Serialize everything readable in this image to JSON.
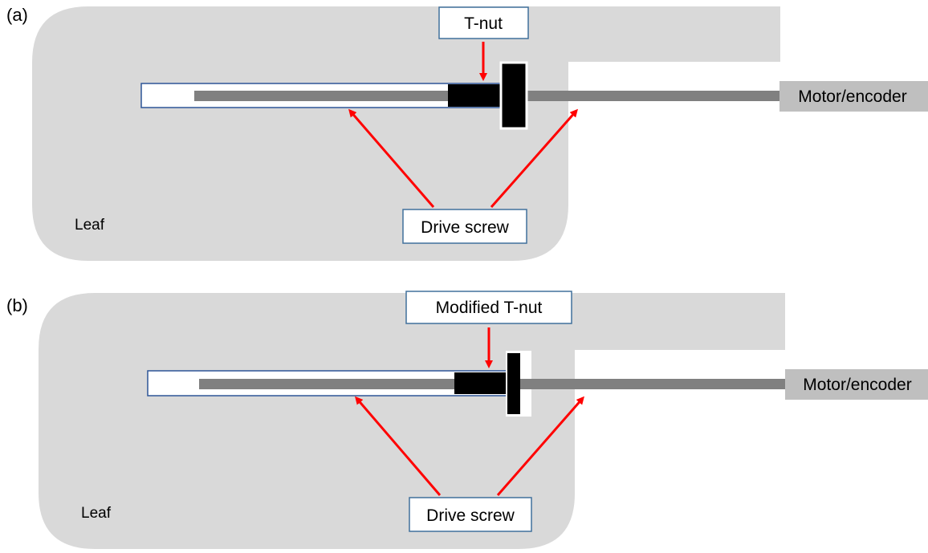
{
  "colors": {
    "leaf_body": "#d9d9d9",
    "drive_screw": "#808080",
    "tnut": "#000000",
    "arrow": "#ff0000",
    "callout_border": "#41719c",
    "motor_box": "#bfbfbf"
  },
  "panels": [
    {
      "panel_label": "(a)",
      "nut_label": "T-nut",
      "screw_label": "Drive screw",
      "motor_label": "Motor/encoder",
      "leaf_label": "Leaf"
    },
    {
      "panel_label": "(b)",
      "nut_label": "Modified T-nut",
      "screw_label": "Drive screw",
      "motor_label": "Motor/encoder",
      "leaf_label": "Leaf"
    }
  ]
}
